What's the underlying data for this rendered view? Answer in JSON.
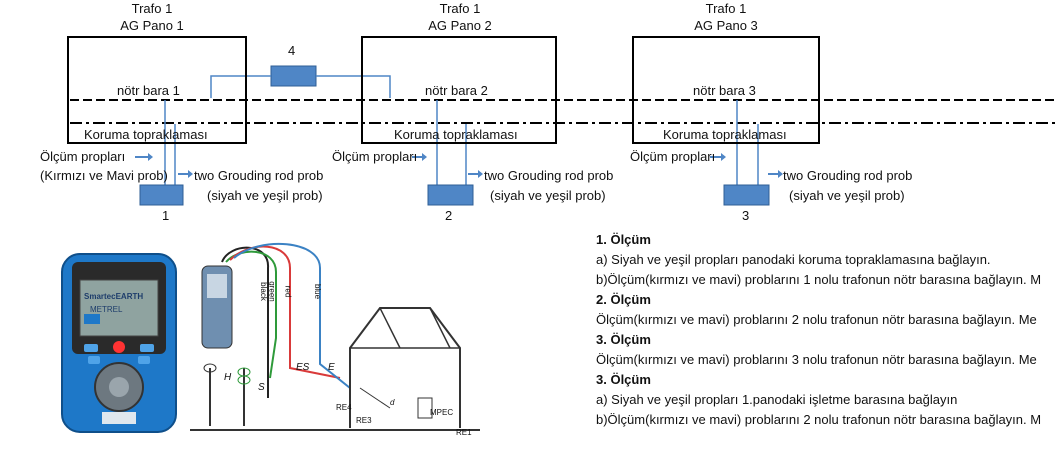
{
  "panels": [
    {
      "trafo": "Trafo 1",
      "pano": "AG Pano 1",
      "bus": "nötr bara 1",
      "ground": "Koruma topraklaması",
      "probes": "Ölçüm propları",
      "probes2": "(Kırmızı ve Mavi prob)",
      "rod": "two Grouding rod prob",
      "rod2": "(siyah ve yeşil prob)",
      "num": "1"
    },
    {
      "trafo": "Trafo 1",
      "pano": "AG Pano 2",
      "bus": "nötr bara 2",
      "ground": "Koruma topraklaması",
      "probes": "Ölçüm propları",
      "rod": "two Grouding rod prob",
      "rod2": "(siyah ve yeşil prob)",
      "num": "2"
    },
    {
      "trafo": "Trafo 1",
      "pano": "AG Pano 3",
      "bus": "nötr bara 3",
      "ground": "Koruma topraklaması",
      "probes": "Ölçüm propları",
      "rod": "two Grouding rod prob",
      "rod2": "(siyah ve yeşil prob)",
      "num": "3"
    }
  ],
  "link_label": "4",
  "device": {
    "brand": "SmartecEARTH",
    "maker": "METREL"
  },
  "wiring": {
    "wire_black": "black",
    "wire_green": "green",
    "wire_red": "red",
    "wire_blue": "blue",
    "h": "H",
    "s": "S",
    "es": "ES",
    "e": "E",
    "re4": "RE4",
    "re3": "RE3",
    "re1": "RE1",
    "d": "d",
    "mpec": "MPEC"
  },
  "measurements": {
    "m1_title": "1. Ölçüm",
    "m1_a": "a) Siyah ve yeşil propları panodaki koruma topraklamasına bağlayın.",
    "m1_b": "b)Ölçüm(kırmızı ve mavi) problarını 1 nolu trafonun nötr barasına bağlayın. M",
    "m2_title": "2. Ölçüm",
    "m2_a": "Ölçüm(kırmızı ve mavi) problarını 2 nolu trafonun nötr barasına bağlayın. Me",
    "m3_title": "3. Ölçüm",
    "m3_a": "Ölçüm(kırmızı ve mavi) problarını 3 nolu trafonun nötr barasına bağlayın. Me",
    "m4_title": "3. Ölçüm",
    "m4_a": "a) Siyah ve yeşil propları 1.panodaki işletme barasına bağlayın",
    "m4_b": "b)Ölçüm(kırmızı ve mavi) problarını 2 nolu trafonun nötr barasına bağlayın. M"
  },
  "colors": {
    "probe": "#4f86c6",
    "wire_blue": "#3b82c4",
    "wire_red": "#d93a3a",
    "wire_green": "#2e9a3a",
    "device_blue": "#1e78c8"
  }
}
